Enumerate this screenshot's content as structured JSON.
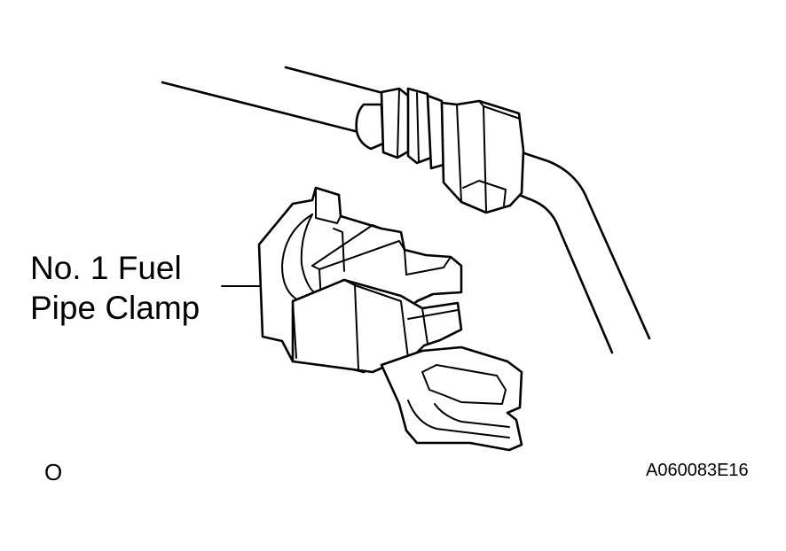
{
  "callout": {
    "line1": "No. 1 Fuel",
    "line2": "Pipe Clamp"
  },
  "corner_left_mark": "O",
  "figure_code": "A060083E16"
}
